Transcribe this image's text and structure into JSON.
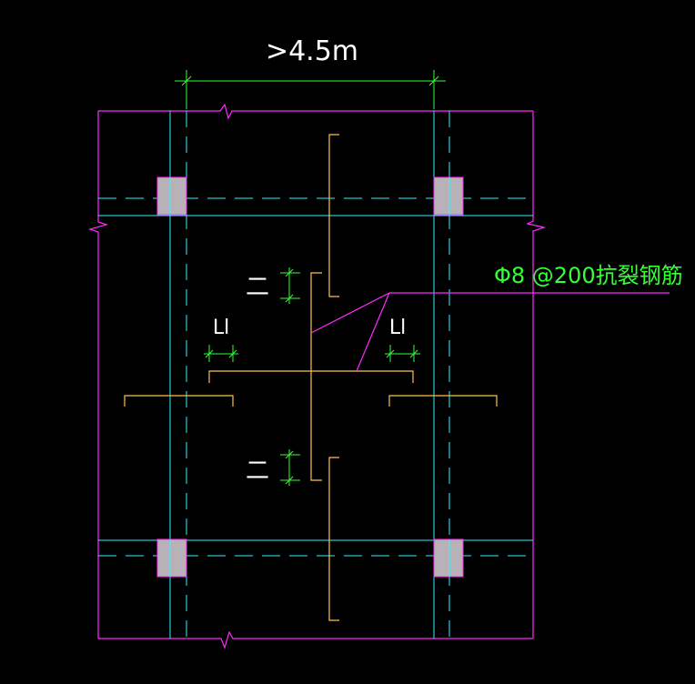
{
  "dimension_label": ">4.5m",
  "rebar_label": "Φ8 @200抗裂钢筋",
  "lap_length_labels": [
    "Ll",
    "Ll"
  ],
  "short_dim_labels": [
    "二",
    "二"
  ],
  "colors": {
    "background": "#000000",
    "slab_edge": "#ff2bff",
    "axis_line": "#33f2ff",
    "dimension": "#35ff35",
    "rebar": "#ffc14d",
    "annotation_text": "#ffffff",
    "column_fill": "#b8b2b8",
    "leader": "#ff2bff"
  }
}
